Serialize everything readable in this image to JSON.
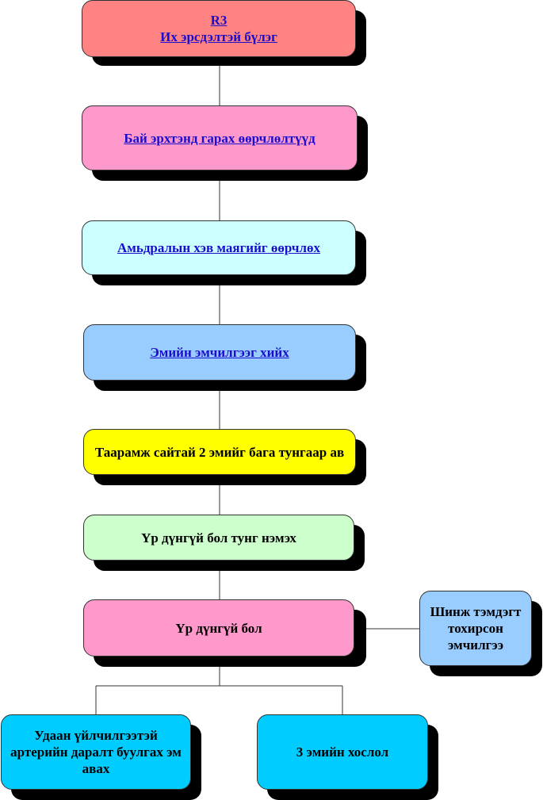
{
  "colors": {
    "red": "#ff8383",
    "pink": "#ff99cc",
    "light_cyan": "#ccffff",
    "light_blue": "#99ccff",
    "yellow": "#ffff00",
    "light_green": "#ccffcc",
    "cyan": "#00ccff",
    "link": "#1a0dcc",
    "shadow": "#000000",
    "connector": "#333333"
  },
  "nodes": {
    "risk_group": {
      "line1": "R3",
      "line2": "Их эрсдэлтэй бүлэг"
    },
    "env_changes": {
      "label": "Бай эрхтэнд гарах өөрчлөлтүүд"
    },
    "lifestyle": {
      "label": "Амьдралын хэв маягийг өөрчлөх"
    },
    "medication": {
      "label": "Эмийн эмчилгээг хийх"
    },
    "two_drugs": {
      "label": "Таарамж сайтай 2 эмийг бага тунгаар ав"
    },
    "increase_dose": {
      "label": "Үр дүнгүй бол тунг нэмэх"
    },
    "ineffective": {
      "label": "Үр дүнгүй бол"
    },
    "symptomatic": {
      "label": "Шинж тэмдэгт тохирсон эмчилгээ"
    },
    "long_acting": {
      "label": "Удаан үйлчилгээтэй артерийн даралт буулгах эм авах"
    },
    "three_drugs": {
      "label": "3 эмийн хослол"
    }
  }
}
